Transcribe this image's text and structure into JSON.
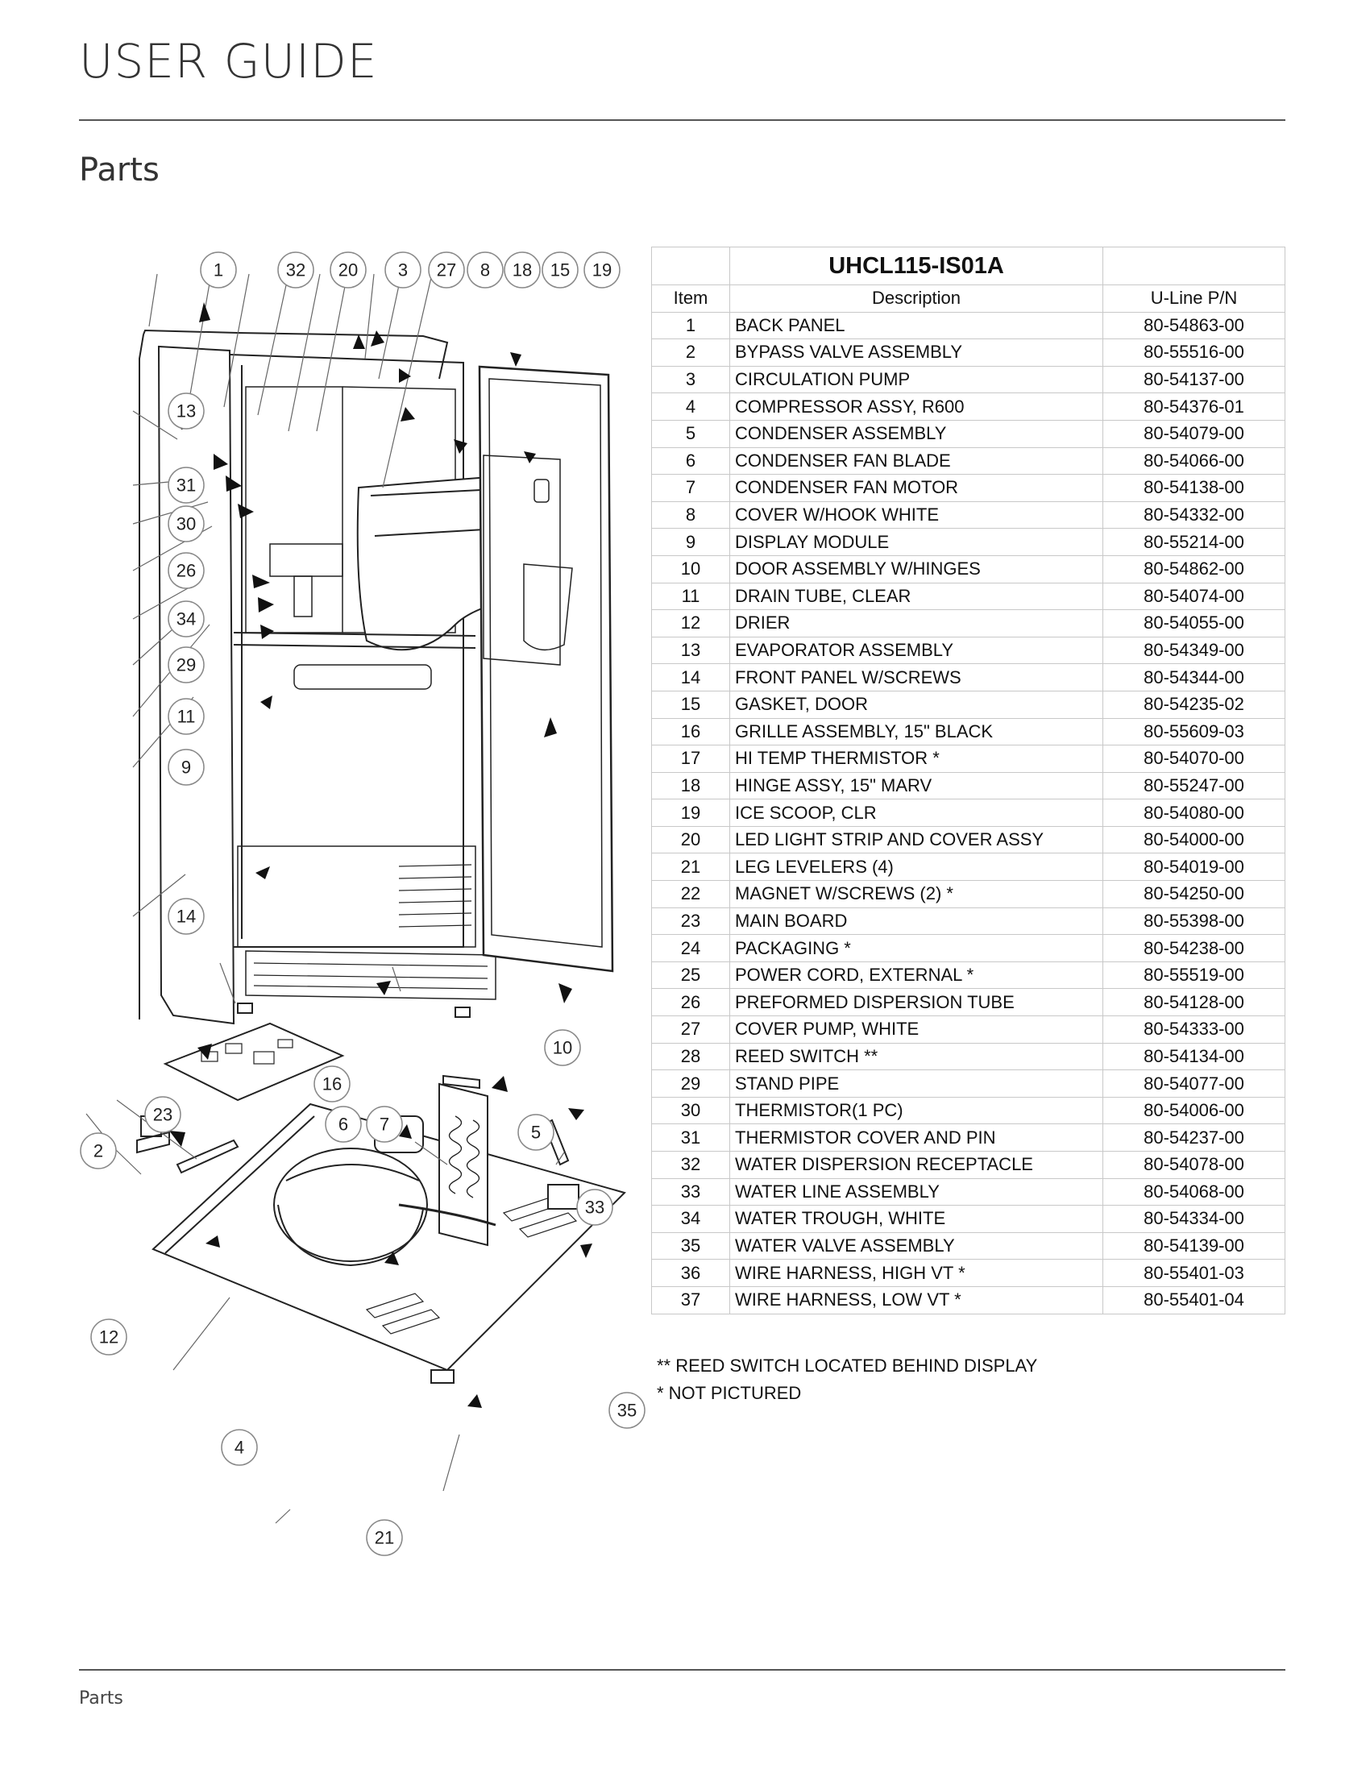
{
  "header": {
    "title": "USER GUIDE"
  },
  "section": {
    "title": "Parts"
  },
  "diagram": {
    "callouts": [
      "1",
      "32",
      "20",
      "3",
      "27",
      "8",
      "18",
      "15",
      "19",
      "13",
      "31",
      "30",
      "26",
      "34",
      "29",
      "11",
      "9",
      "14",
      "16",
      "10",
      "23",
      "6",
      "7",
      "5",
      "2",
      "33",
      "12",
      "35",
      "4",
      "21"
    ]
  },
  "table": {
    "model": "UHCL115-IS01A",
    "columns": [
      "Item",
      "Description",
      "U-Line P/N"
    ],
    "rows": [
      [
        "1",
        "BACK PANEL",
        "80-54863-00"
      ],
      [
        "2",
        "BYPASS VALVE ASSEMBLY",
        "80-55516-00"
      ],
      [
        "3",
        "CIRCULATION PUMP",
        "80-54137-00"
      ],
      [
        "4",
        "COMPRESSOR ASSY, R600",
        "80-54376-01"
      ],
      [
        "5",
        "CONDENSER ASSEMBLY",
        "80-54079-00"
      ],
      [
        "6",
        "CONDENSER FAN BLADE",
        "80-54066-00"
      ],
      [
        "7",
        "CONDENSER FAN MOTOR",
        "80-54138-00"
      ],
      [
        "8",
        "COVER W/HOOK WHITE",
        "80-54332-00"
      ],
      [
        "9",
        "DISPLAY MODULE",
        "80-55214-00"
      ],
      [
        "10",
        "DOOR ASSEMBLY W/HINGES",
        "80-54862-00"
      ],
      [
        "11",
        "DRAIN TUBE, CLEAR",
        "80-54074-00"
      ],
      [
        "12",
        "DRIER",
        "80-54055-00"
      ],
      [
        "13",
        "EVAPORATOR ASSEMBLY",
        "80-54349-00"
      ],
      [
        "14",
        "FRONT PANEL W/SCREWS",
        "80-54344-00"
      ],
      [
        "15",
        "GASKET, DOOR",
        "80-54235-02"
      ],
      [
        "16",
        "GRILLE ASSEMBLY, 15\" BLACK",
        "80-55609-03"
      ],
      [
        "17",
        "HI TEMP THERMISTOR *",
        "80-54070-00"
      ],
      [
        "18",
        "HINGE ASSY, 15\" MARV",
        "80-55247-00"
      ],
      [
        "19",
        "ICE SCOOP, CLR",
        "80-54080-00"
      ],
      [
        "20",
        "LED LIGHT STRIP AND COVER ASSY",
        "80-54000-00"
      ],
      [
        "21",
        "LEG LEVELERS (4)",
        "80-54019-00"
      ],
      [
        "22",
        "MAGNET W/SCREWS (2) *",
        "80-54250-00"
      ],
      [
        "23",
        "MAIN BOARD",
        "80-55398-00"
      ],
      [
        "24",
        "PACKAGING *",
        "80-54238-00"
      ],
      [
        "25",
        "POWER CORD, EXTERNAL *",
        "80-55519-00"
      ],
      [
        "26",
        "PREFORMED DISPERSION TUBE",
        "80-54128-00"
      ],
      [
        "27",
        "COVER PUMP, WHITE",
        "80-54333-00"
      ],
      [
        "28",
        "REED SWITCH **",
        "80-54134-00"
      ],
      [
        "29",
        "STAND PIPE",
        "80-54077-00"
      ],
      [
        "30",
        "THERMISTOR(1 PC)",
        "80-54006-00"
      ],
      [
        "31",
        "THERMISTOR COVER AND PIN",
        "80-54237-00"
      ],
      [
        "32",
        "WATER DISPERSION RECEPTACLE",
        "80-54078-00"
      ],
      [
        "33",
        "WATER LINE ASSEMBLY",
        "80-54068-00"
      ],
      [
        "34",
        "WATER TROUGH, WHITE",
        "80-54334-00"
      ],
      [
        "35",
        "WATER VALVE ASSEMBLY",
        "80-54139-00"
      ],
      [
        "36",
        "WIRE HARNESS, HIGH VT *",
        "80-55401-03"
      ],
      [
        "37",
        "WIRE HARNESS, LOW VT *",
        "80-55401-04"
      ]
    ]
  },
  "notes": [
    "** REED SWITCH LOCATED BEHIND DISPLAY",
    "* NOT PICTURED"
  ],
  "footer": {
    "text": "Parts"
  }
}
